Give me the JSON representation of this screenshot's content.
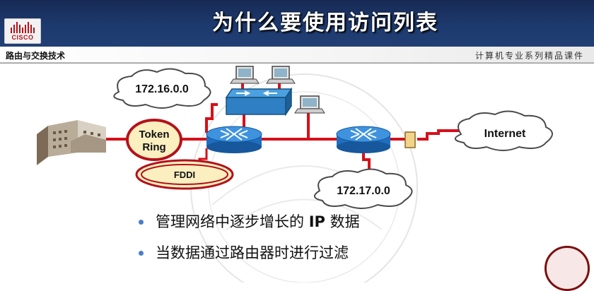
{
  "header": {
    "title": "为什么要使用访问列表",
    "logo_text": "CISCO"
  },
  "subheader": {
    "course": "路由与交换技术",
    "series": "计算机专业系列精品课件"
  },
  "diagram": {
    "network_a": "172.16.0.0",
    "network_b": "172.17.0.0",
    "token_ring": [
      "Token",
      "Ring"
    ],
    "fddi": "FDDI",
    "internet": "Internet"
  },
  "bullets": [
    {
      "prefix": "管理网络中逐步增长的 ",
      "bold": "IP",
      "suffix": " 数据"
    },
    {
      "text": "当数据通过路由器时进行过滤"
    }
  ],
  "colors": {
    "header_bg": "#1d3a6e",
    "link_red": "#d6101a",
    "router_blue": "#1f6fc0",
    "bullet_dot": "#4a7ec8"
  }
}
